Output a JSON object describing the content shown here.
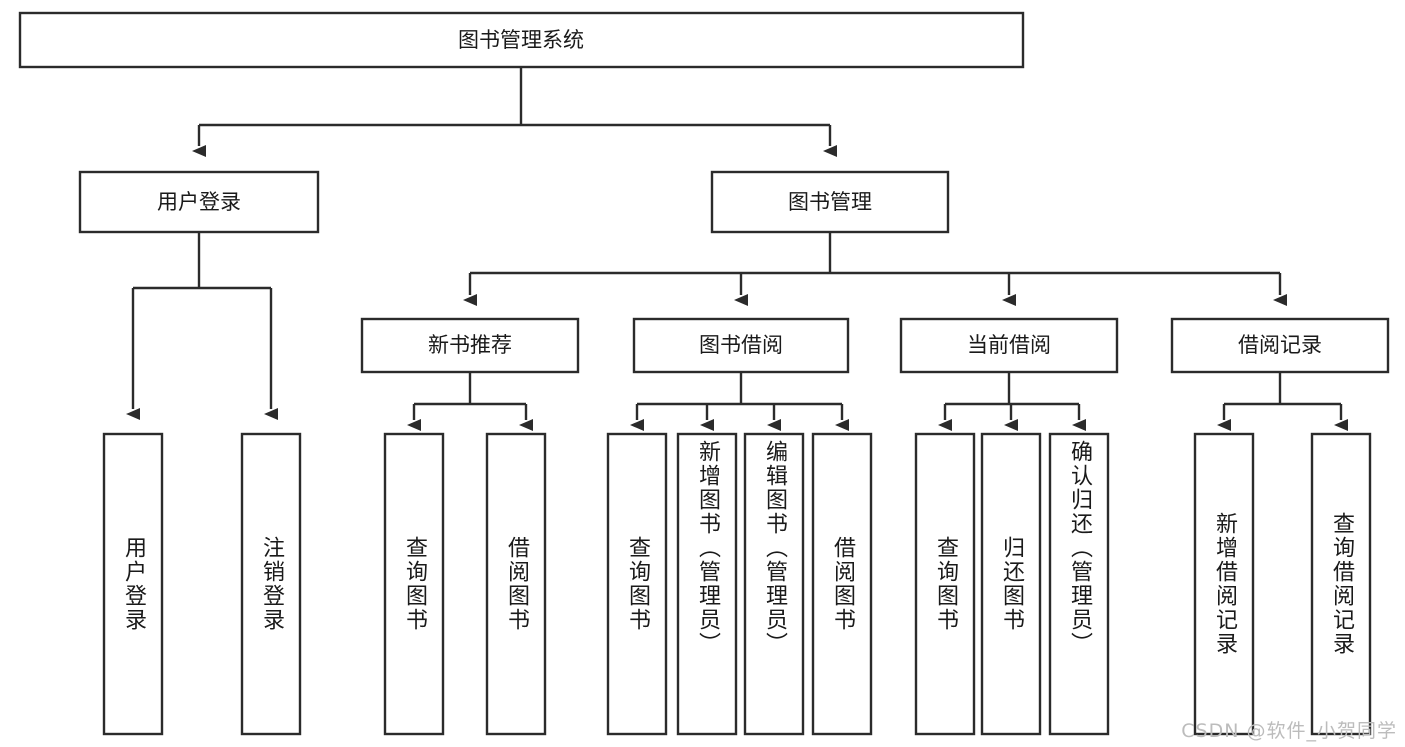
{
  "diagram": {
    "title": "图书管理系统",
    "type": "tree",
    "watermark": "CSDN @软件_小贺同学",
    "colors": {
      "box_stroke": "#2b2b2b",
      "box_fill": "#ffffff",
      "connector": "#2b2b2b",
      "text": "#1a1a1a",
      "watermark": "#bcbcbc",
      "background": "#ffffff"
    },
    "levels": {
      "root": {
        "label": "图书管理系统"
      },
      "level2": [
        {
          "label": "用户登录"
        },
        {
          "label": "图书管理"
        }
      ],
      "level3": [
        {
          "label": "新书推荐"
        },
        {
          "label": "图书借阅"
        },
        {
          "label": "当前借阅"
        },
        {
          "label": "借阅记录"
        }
      ],
      "leaves": {
        "user_login": [
          {
            "label": "用户登录"
          },
          {
            "label": "注销登录"
          }
        ],
        "new_book_recommend": [
          {
            "label": "查询图书"
          },
          {
            "label": "借阅图书"
          }
        ],
        "book_borrow": [
          {
            "label": "查询图书"
          },
          {
            "label": "新增图书（管理员）"
          },
          {
            "label": "编辑图书（管理员）"
          },
          {
            "label": "借阅图书"
          }
        ],
        "current_borrow": [
          {
            "label": "查询图书"
          },
          {
            "label": "归还图书"
          },
          {
            "label": "确认归还（管理员）"
          }
        ],
        "borrow_record": [
          {
            "label": "新增借阅记录"
          },
          {
            "label": "查询借阅记录"
          }
        ]
      }
    }
  }
}
